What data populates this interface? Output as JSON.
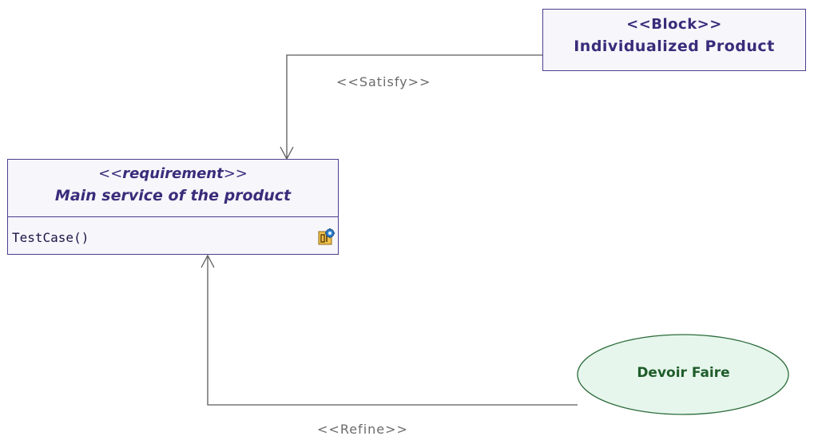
{
  "block": {
    "stereotype": "<<Block>>",
    "name": "Individualized Product"
  },
  "requirement": {
    "stereotype_open": "<<",
    "stereotype_name": "requirement",
    "stereotype_close": ">>",
    "name": "Main service of the product",
    "operation": "TestCase()"
  },
  "relations": {
    "satisfy_label": "<<Satisfy>>",
    "refine_label": "<<Refine>>"
  },
  "usecase": {
    "name": "Devoir Faire"
  },
  "colors": {
    "node_border": "#4b3f8f",
    "node_text": "#3a2c7a",
    "usecase_fill": "#e6f6ec",
    "usecase_border": "#2b6b3a",
    "usecase_text": "#1e5c2a",
    "connector": "#5a5a5a"
  },
  "icons": {
    "operation_icon": "test-operation-gear-icon"
  }
}
